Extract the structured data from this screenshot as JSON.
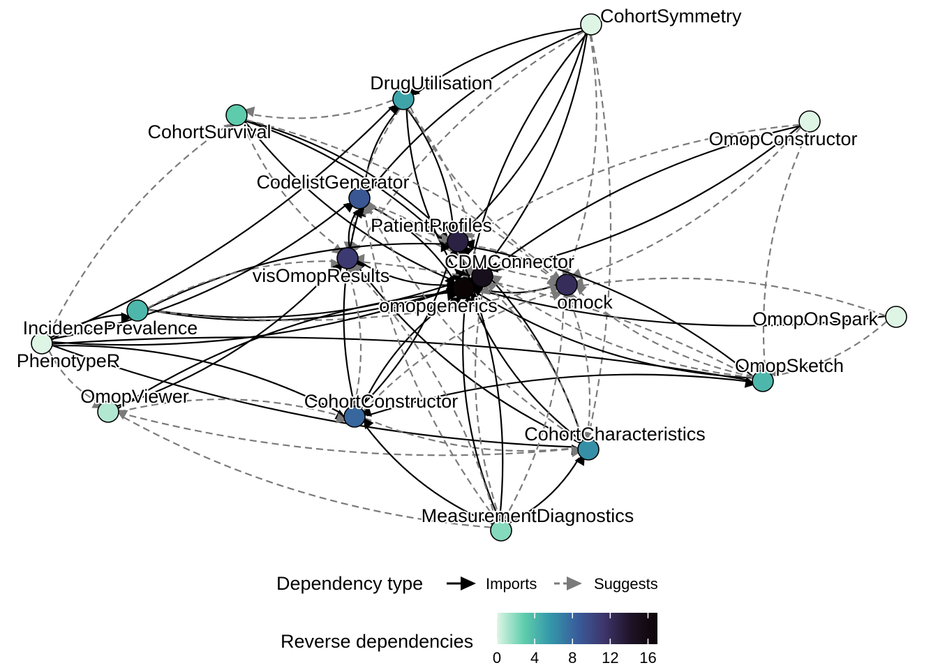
{
  "diagram": {
    "type": "network",
    "nodes": [
      {
        "id": "CohortSymmetry",
        "label": "CohortSymmetry",
        "revdeps": 0,
        "label_pos": "right"
      },
      {
        "id": "DrugUtilisation",
        "label": "DrugUtilisation",
        "revdeps": 5,
        "label_pos": "above"
      },
      {
        "id": "CohortSurvival",
        "label": "CohortSurvival",
        "revdeps": 3,
        "label_pos": "below"
      },
      {
        "id": "OmopConstructor",
        "label": "OmopConstructor",
        "revdeps": 0,
        "label_pos": "below"
      },
      {
        "id": "CodelistGenerator",
        "label": "CodelistGenerator",
        "revdeps": 9,
        "label_pos": "above"
      },
      {
        "id": "PatientProfiles",
        "label": "PatientProfiles",
        "revdeps": 13,
        "label_pos": "above"
      },
      {
        "id": "visOmopResults",
        "label": "visOmopResults",
        "revdeps": 11,
        "label_pos": "below"
      },
      {
        "id": "CDMConnector",
        "label": "CDMConnector",
        "revdeps": 15,
        "label_pos": "above"
      },
      {
        "id": "omopgenerics",
        "label": "omopgenerics",
        "revdeps": 17,
        "label_pos": "below"
      },
      {
        "id": "omock",
        "label": "omock",
        "revdeps": 12,
        "label_pos": "below"
      },
      {
        "id": "IncidencePrevalence",
        "label": "IncidencePrevalence",
        "revdeps": 4,
        "label_pos": "below"
      },
      {
        "id": "OmopOnSpark",
        "label": "OmopOnSpark",
        "revdeps": 0,
        "label_pos": "left"
      },
      {
        "id": "PhenotypeR",
        "label": "PhenotypeR",
        "revdeps": 0,
        "label_pos": "below"
      },
      {
        "id": "OmopSketch",
        "label": "OmopSketch",
        "revdeps": 4,
        "label_pos": "above"
      },
      {
        "id": "OmopViewer",
        "label": "OmopViewer",
        "revdeps": 1,
        "label_pos": "above"
      },
      {
        "id": "CohortConstructor",
        "label": "CohortConstructor",
        "revdeps": 8,
        "label_pos": "above"
      },
      {
        "id": "CohortCharacteristics",
        "label": "CohortCharacteristics",
        "revdeps": 6,
        "label_pos": "above"
      },
      {
        "id": "MeasurementDiagnostics",
        "label": "MeasurementDiagnostics",
        "revdeps": 2,
        "label_pos": "above"
      }
    ],
    "edges": [
      {
        "from": "CohortSymmetry",
        "to": "DrugUtilisation",
        "type": "Imports"
      },
      {
        "from": "CohortSymmetry",
        "to": "CDMConnector",
        "type": "Imports"
      },
      {
        "from": "CohortSymmetry",
        "to": "omopgenerics",
        "type": "Imports"
      },
      {
        "from": "CohortSymmetry",
        "to": "PatientProfiles",
        "type": "Imports"
      },
      {
        "from": "CohortSymmetry",
        "to": "CodelistGenerator",
        "type": "Imports"
      },
      {
        "from": "CohortSymmetry",
        "to": "omock",
        "type": "Suggests"
      },
      {
        "from": "CohortSymmetry",
        "to": "visOmopResults",
        "type": "Suggests"
      },
      {
        "from": "CohortSymmetry",
        "to": "CohortCharacteristics",
        "type": "Suggests"
      },
      {
        "from": "DrugUtilisation",
        "to": "CodelistGenerator",
        "type": "Imports"
      },
      {
        "from": "DrugUtilisation",
        "to": "PatientProfiles",
        "type": "Imports"
      },
      {
        "from": "DrugUtilisation",
        "to": "omopgenerics",
        "type": "Imports"
      },
      {
        "from": "DrugUtilisation",
        "to": "CohortSurvival",
        "type": "Suggests"
      },
      {
        "from": "DrugUtilisation",
        "to": "visOmopResults",
        "type": "Suggests"
      },
      {
        "from": "DrugUtilisation",
        "to": "CDMConnector",
        "type": "Suggests"
      },
      {
        "from": "DrugUtilisation",
        "to": "omock",
        "type": "Suggests"
      },
      {
        "from": "CohortSurvival",
        "to": "PatientProfiles",
        "type": "Imports"
      },
      {
        "from": "CohortSurvival",
        "to": "omopgenerics",
        "type": "Imports"
      },
      {
        "from": "CohortSurvival",
        "to": "CDMConnector",
        "type": "Imports"
      },
      {
        "from": "CohortSurvival",
        "to": "visOmopResults",
        "type": "Suggests"
      },
      {
        "from": "CohortSurvival",
        "to": "omock",
        "type": "Suggests"
      },
      {
        "from": "OmopConstructor",
        "to": "omopgenerics",
        "type": "Imports"
      },
      {
        "from": "OmopConstructor",
        "to": "CDMConnector",
        "type": "Imports"
      },
      {
        "from": "OmopConstructor",
        "to": "PatientProfiles",
        "type": "Suggests"
      },
      {
        "from": "OmopConstructor",
        "to": "omock",
        "type": "Suggests"
      },
      {
        "from": "OmopConstructor",
        "to": "OmopSketch",
        "type": "Suggests"
      },
      {
        "from": "CodelistGenerator",
        "to": "omopgenerics",
        "type": "Imports"
      },
      {
        "from": "CodelistGenerator",
        "to": "PatientProfiles",
        "type": "Suggests"
      },
      {
        "from": "CodelistGenerator",
        "to": "CDMConnector",
        "type": "Suggests"
      },
      {
        "from": "CodelistGenerator",
        "to": "omock",
        "type": "Suggests"
      },
      {
        "from": "PatientProfiles",
        "to": "omopgenerics",
        "type": "Imports"
      },
      {
        "from": "PatientProfiles",
        "to": "CDMConnector",
        "type": "Suggests"
      },
      {
        "from": "PatientProfiles",
        "to": "omock",
        "type": "Suggests"
      },
      {
        "from": "visOmopResults",
        "to": "omopgenerics",
        "type": "Imports"
      },
      {
        "from": "visOmopResults",
        "to": "CodelistGenerator",
        "type": "Imports"
      },
      {
        "from": "CDMConnector",
        "to": "omopgenerics",
        "type": "Imports"
      },
      {
        "from": "omock",
        "to": "omopgenerics",
        "type": "Imports"
      },
      {
        "from": "IncidencePrevalence",
        "to": "omopgenerics",
        "type": "Imports"
      },
      {
        "from": "IncidencePrevalence",
        "to": "PatientProfiles",
        "type": "Imports"
      },
      {
        "from": "IncidencePrevalence",
        "to": "CDMConnector",
        "type": "Imports"
      },
      {
        "from": "IncidencePrevalence",
        "to": "visOmopResults",
        "type": "Suggests"
      },
      {
        "from": "IncidencePrevalence",
        "to": "omock",
        "type": "Suggests"
      },
      {
        "from": "OmopOnSpark",
        "to": "omopgenerics",
        "type": "Imports"
      },
      {
        "from": "OmopOnSpark",
        "to": "omock",
        "type": "Suggests"
      },
      {
        "from": "OmopOnSpark",
        "to": "OmopSketch",
        "type": "Suggests"
      },
      {
        "from": "PhenotypeR",
        "to": "DrugUtilisation",
        "type": "Imports"
      },
      {
        "from": "PhenotypeR",
        "to": "IncidencePrevalence",
        "type": "Imports"
      },
      {
        "from": "PhenotypeR",
        "to": "CodelistGenerator",
        "type": "Imports"
      },
      {
        "from": "PhenotypeR",
        "to": "CohortConstructor",
        "type": "Imports"
      },
      {
        "from": "PhenotypeR",
        "to": "CohortCharacteristics",
        "type": "Imports"
      },
      {
        "from": "PhenotypeR",
        "to": "OmopSketch",
        "type": "Imports"
      },
      {
        "from": "PhenotypeR",
        "to": "omopgenerics",
        "type": "Imports"
      },
      {
        "from": "PhenotypeR",
        "to": "CohortSurvival",
        "type": "Suggests"
      },
      {
        "from": "PhenotypeR",
        "to": "OmopViewer",
        "type": "Suggests"
      },
      {
        "from": "OmopSketch",
        "to": "omopgenerics",
        "type": "Imports"
      },
      {
        "from": "OmopSketch",
        "to": "PatientProfiles",
        "type": "Imports"
      },
      {
        "from": "OmopSketch",
        "to": "CDMConnector",
        "type": "Suggests"
      },
      {
        "from": "OmopSketch",
        "to": "CohortConstructor",
        "type": "Imports"
      },
      {
        "from": "OmopSketch",
        "to": "omock",
        "type": "Suggests"
      },
      {
        "from": "OmopSketch",
        "to": "visOmopResults",
        "type": "Suggests"
      },
      {
        "from": "OmopViewer",
        "to": "omopgenerics",
        "type": "Imports"
      },
      {
        "from": "OmopViewer",
        "to": "visOmopResults",
        "type": "Imports"
      },
      {
        "from": "OmopViewer",
        "to": "CohortConstructor",
        "type": "Suggests"
      },
      {
        "from": "OmopViewer",
        "to": "CohortCharacteristics",
        "type": "Suggests"
      },
      {
        "from": "CohortConstructor",
        "to": "omopgenerics",
        "type": "Imports"
      },
      {
        "from": "CohortConstructor",
        "to": "PatientProfiles",
        "type": "Imports"
      },
      {
        "from": "CohortConstructor",
        "to": "CodelistGenerator",
        "type": "Imports"
      },
      {
        "from": "CohortConstructor",
        "to": "CohortCharacteristics",
        "type": "Suggests"
      },
      {
        "from": "CohortConstructor",
        "to": "omock",
        "type": "Suggests"
      },
      {
        "from": "CohortConstructor",
        "to": "visOmopResults",
        "type": "Suggests"
      },
      {
        "from": "CohortCharacteristics",
        "to": "omopgenerics",
        "type": "Imports"
      },
      {
        "from": "CohortCharacteristics",
        "to": "PatientProfiles",
        "type": "Imports"
      },
      {
        "from": "CohortCharacteristics",
        "to": "visOmopResults",
        "type": "Imports"
      },
      {
        "from": "CohortCharacteristics",
        "to": "CDMConnector",
        "type": "Suggests"
      },
      {
        "from": "CohortCharacteristics",
        "to": "CodelistGenerator",
        "type": "Suggests"
      },
      {
        "from": "CohortCharacteristics",
        "to": "omock",
        "type": "Suggests"
      },
      {
        "from": "MeasurementDiagnostics",
        "to": "CohortConstructor",
        "type": "Imports"
      },
      {
        "from": "MeasurementDiagnostics",
        "to": "CohortCharacteristics",
        "type": "Imports"
      },
      {
        "from": "MeasurementDiagnostics",
        "to": "omopgenerics",
        "type": "Imports"
      },
      {
        "from": "MeasurementDiagnostics",
        "to": "PatientProfiles",
        "type": "Imports"
      },
      {
        "from": "MeasurementDiagnostics",
        "to": "CodelistGenerator",
        "type": "Suggests"
      },
      {
        "from": "MeasurementDiagnostics",
        "to": "visOmopResults",
        "type": "Suggests"
      },
      {
        "from": "MeasurementDiagnostics",
        "to": "CDMConnector",
        "type": "Suggests"
      },
      {
        "from": "MeasurementDiagnostics",
        "to": "omock",
        "type": "Suggests"
      },
      {
        "from": "MeasurementDiagnostics",
        "to": "OmopViewer",
        "type": "Suggests"
      }
    ]
  },
  "legend": {
    "dependency_title": "Dependency type",
    "imports_label": "Imports",
    "suggests_label": "Suggests",
    "imports_color": "#000000",
    "suggests_color": "#7a7a7a",
    "revdeps_title": "Reverse dependencies",
    "colorbar_ticks": [
      "0",
      "4",
      "8",
      "12",
      "16"
    ],
    "colorbar_range": [
      0,
      17
    ],
    "colorbar_stops": [
      "#def5e5",
      "#60ceac",
      "#3497a9",
      "#395d9c",
      "#3e356b",
      "#1e1327",
      "#0b0405"
    ]
  }
}
